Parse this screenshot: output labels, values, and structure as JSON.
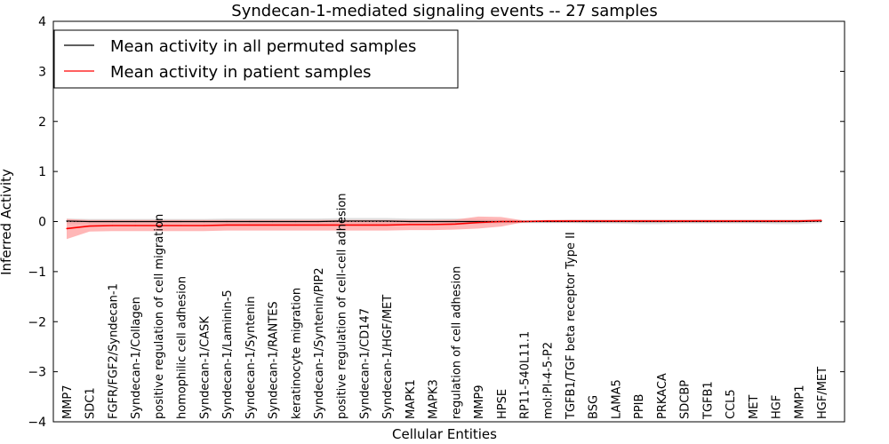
{
  "chart_data": {
    "type": "line",
    "title": "Syndecan-1-mediated signaling events -- 27 samples",
    "xlabel": "Cellular Entities",
    "ylabel": "Inferred Activity",
    "ylim": [
      -4,
      4
    ],
    "yticks": [
      "4",
      "3",
      "2",
      "1",
      "0",
      "−1",
      "−2",
      "−3",
      "−4"
    ],
    "grid": false,
    "legend_position": "top-left",
    "categories": [
      "MMP7",
      "SDC1",
      "FGFR/FGF2/Syndecan-1",
      "Syndecan-1/Collagen",
      "positive regulation of cell migration",
      "homophilic cell adhesion",
      "Syndecan-1/CASK",
      "Syndecan-1/Laminin-5",
      "Syndecan-1/Syntenin",
      "Syndecan-1/RANTES",
      "keratinocyte migration",
      "Syndecan-1/Syntenin/PIP2",
      "positive regulation of cell-cell adhesion",
      "Syndecan-1/CD147",
      "Syndecan-1/HGF/MET",
      "MAPK1",
      "MAPK3",
      "regulation of cell adhesion",
      "MMP9",
      "HPSE",
      "RP11-540L11.1",
      "mol:PI-4-5-P2",
      "TGFB1/TGF beta receptor Type II",
      "BSG",
      "LAMA5",
      "PPIB",
      "PRKACA",
      "SDCBP",
      "TGFB1",
      "CCL5",
      "MET",
      "HGF",
      "MMP1",
      "HGF/MET"
    ],
    "series": [
      {
        "name": "Mean activity in all permuted samples",
        "color": "#000000",
        "band_color": "#c8c8c8",
        "values": [
          0.01,
          0,
          0,
          0,
          0,
          0,
          0,
          0,
          0,
          0,
          0,
          0,
          0.01,
          0.01,
          0.01,
          0,
          0,
          0,
          0,
          0,
          0,
          0,
          0,
          0,
          0,
          0,
          0,
          0,
          0,
          0,
          0,
          0,
          0,
          0.01
        ],
        "lower": [
          -0.05,
          -0.05,
          -0.05,
          -0.05,
          -0.05,
          -0.05,
          -0.05,
          -0.05,
          -0.05,
          -0.05,
          -0.05,
          -0.05,
          -0.05,
          -0.05,
          -0.05,
          -0.05,
          -0.05,
          -0.05,
          -0.05,
          -0.04,
          -0.03,
          -0.03,
          -0.03,
          -0.04,
          -0.04,
          -0.05,
          -0.05,
          -0.04,
          -0.04,
          -0.04,
          -0.04,
          -0.05,
          -0.05,
          -0.03
        ],
        "upper": [
          0.06,
          0.05,
          0.05,
          0.05,
          0.05,
          0.05,
          0.05,
          0.06,
          0.06,
          0.06,
          0.06,
          0.06,
          0.07,
          0.07,
          0.07,
          0.06,
          0.06,
          0.06,
          0.05,
          0.04,
          0.03,
          0.03,
          0.04,
          0.04,
          0.04,
          0.04,
          0.04,
          0.04,
          0.04,
          0.04,
          0.04,
          0.04,
          0.04,
          0.05
        ]
      },
      {
        "name": "Mean activity in patient samples",
        "color": "#ff0000",
        "band_color": "#ff9999",
        "values": [
          -0.14,
          -0.09,
          -0.08,
          -0.08,
          -0.08,
          -0.08,
          -0.08,
          -0.07,
          -0.07,
          -0.07,
          -0.07,
          -0.07,
          -0.07,
          -0.07,
          -0.07,
          -0.06,
          -0.06,
          -0.05,
          -0.02,
          0,
          0,
          0.01,
          0.01,
          0.01,
          0.01,
          0.01,
          0.01,
          0.01,
          0.01,
          0.01,
          0.01,
          0.01,
          0.01,
          0.02
        ],
        "lower": [
          -0.35,
          -0.2,
          -0.19,
          -0.19,
          -0.19,
          -0.19,
          -0.19,
          -0.18,
          -0.18,
          -0.18,
          -0.18,
          -0.18,
          -0.18,
          -0.18,
          -0.18,
          -0.17,
          -0.17,
          -0.16,
          -0.14,
          -0.1,
          -0.01,
          0,
          0,
          0,
          0,
          0,
          0,
          0,
          0,
          0,
          0,
          0,
          0,
          0
        ],
        "upper": [
          0.05,
          0.03,
          0.03,
          0.03,
          0.03,
          0.03,
          0.03,
          0.03,
          0.03,
          0.03,
          0.03,
          0.03,
          0.03,
          0.03,
          0.03,
          0.03,
          0.03,
          0.04,
          0.1,
          0.09,
          0.02,
          0.03,
          0.03,
          0.03,
          0.03,
          0.03,
          0.03,
          0.03,
          0.03,
          0.03,
          0.03,
          0.03,
          0.03,
          0.04
        ]
      }
    ]
  }
}
